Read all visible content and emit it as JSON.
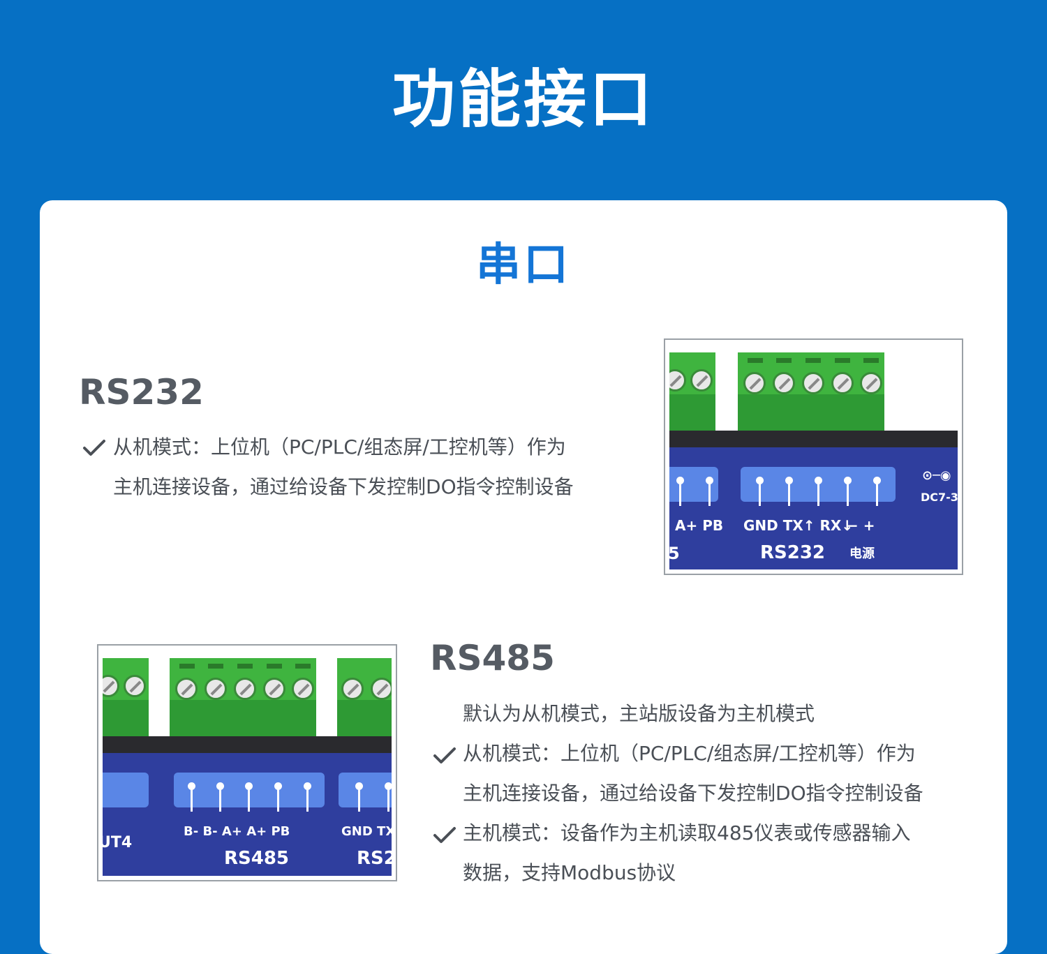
{
  "page": {
    "title": "功能接口"
  },
  "section": {
    "title": "串口"
  },
  "rs232": {
    "heading": "RS232",
    "bullets": [
      {
        "lines": [
          "从机模式：上位机（PC/PLC/组态屏/工控机等）作为",
          "主机连接设备，通过给设备下发控制DO指令控制设备"
        ]
      }
    ],
    "photo": {
      "pins_left": "A+  PB",
      "pins_main": "GND  TX↑ RX↓",
      "pins_power": "−    +",
      "label_left": "5",
      "label_main": "RS232",
      "label_power": "电源",
      "dc_label": "DC7-3"
    }
  },
  "rs485": {
    "heading": "RS485",
    "intro": "默认为从机模式，主站版设备为主机模式",
    "bullets": [
      {
        "lines": [
          "从机模式：上位机（PC/PLC/组态屏/工控机等）作为",
          "主机连接设备，通过给设备下发控制DO指令控制设备"
        ]
      },
      {
        "lines": [
          "主机模式：设备作为主机读取485仪表或传感器输入",
          "数据，支持Modbus协议"
        ]
      }
    ],
    "photo": {
      "pins_main": "B-   B-   A+   A+   PB",
      "pins_right": "GND  TX",
      "label_left": "UT4",
      "label_main": "RS485",
      "label_right": "RS2"
    }
  },
  "colors": {
    "background": "#0670c4",
    "accent": "#1475d6",
    "card": "#ffffff",
    "device_blue": "#2f3e9e",
    "terminal_green": "#3fb43f"
  }
}
